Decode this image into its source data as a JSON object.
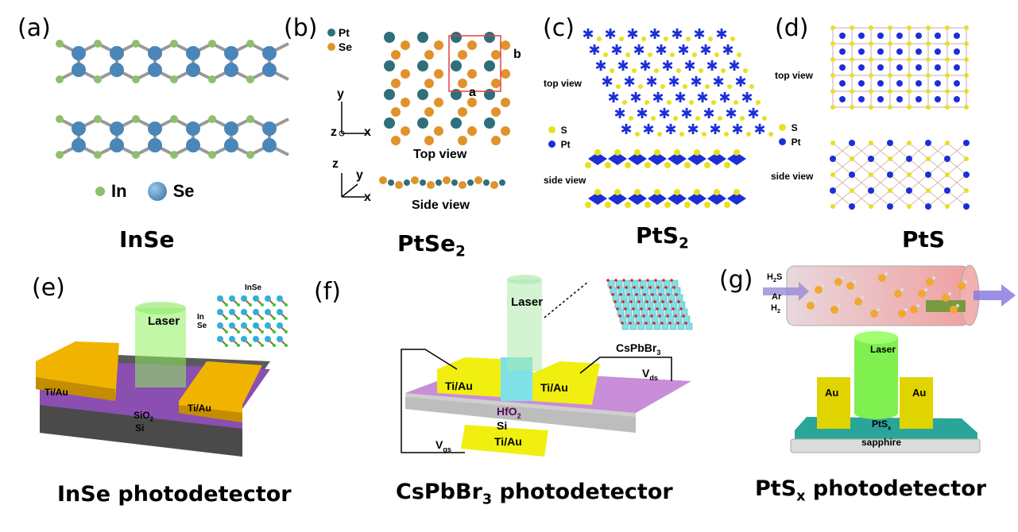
{
  "panels": {
    "a": {
      "label": "(a)",
      "title": "InSe",
      "legend": [
        "In",
        "Se"
      ]
    },
    "b": {
      "label": "(b)",
      "title": "PtSe",
      "title_sub": "2",
      "legend": [
        "Pt",
        "Se"
      ],
      "axes": [
        "y",
        "z",
        "x",
        "z",
        "y",
        "x"
      ],
      "view_labels": [
        "Top view",
        "Side view"
      ],
      "cell_labels": [
        "a",
        "b"
      ]
    },
    "c": {
      "label": "(c)",
      "title": "PtS",
      "title_sub": "2",
      "legend": [
        "S",
        "Pt"
      ],
      "view_labels": [
        "top view",
        "side view"
      ]
    },
    "d": {
      "label": "(d)",
      "title": "PtS",
      "legend": [
        "S",
        "Pt"
      ],
      "view_labels": [
        "top view",
        "side view"
      ]
    },
    "e": {
      "label": "(e)",
      "caption": "InSe photodetector",
      "texts": {
        "laser": "Laser",
        "inset": "InSe",
        "in": "In",
        "se": "Se",
        "contact_left": "Ti/Au",
        "contact_right": "Ti/Au",
        "oxide": "SiO",
        "oxide_sub": "2",
        "substrate": "Si"
      }
    },
    "f": {
      "label": "(f)",
      "caption_pre": "CsPbBr",
      "caption_sub": "3",
      "caption_post": " photodetector",
      "texts": {
        "laser": "Laser",
        "inset": "CsPbBr",
        "inset_sub": "3",
        "contact_left": "Ti/Au",
        "contact_right": "Ti/Au",
        "dielectric": "HfO",
        "dielectric_sub": "2",
        "substrate": "Si",
        "gate": "Ti/Au",
        "vds": "V",
        "vds_sub": "ds",
        "vgs": "V",
        "vgs_sub": "gs"
      }
    },
    "g": {
      "label": "(g)",
      "caption_pre": "PtS",
      "caption_sub": "x",
      "caption_post": " photodetector",
      "texts": {
        "gas1": "H",
        "gas1_sub": "2",
        "gas1_post": "S",
        "gas2": "Ar",
        "gas3": "H",
        "gas3_sub": "2",
        "laser": "Laser",
        "contact_left": "Au",
        "contact_right": "Au",
        "film": "PtS",
        "film_sub": "x",
        "substrate": "sapphire"
      }
    }
  },
  "colors": {
    "in": "#8fbf6a",
    "se_blue": "#4a86b8",
    "pt_teal": "#2e6f7a",
    "se_orange": "#e0932a",
    "s_yellow": "#e8e020",
    "pt_blue": "#1c2fd6",
    "gold": "#f0b400",
    "purple": "#8a4fb0",
    "laser_green": "#90f060"
  }
}
